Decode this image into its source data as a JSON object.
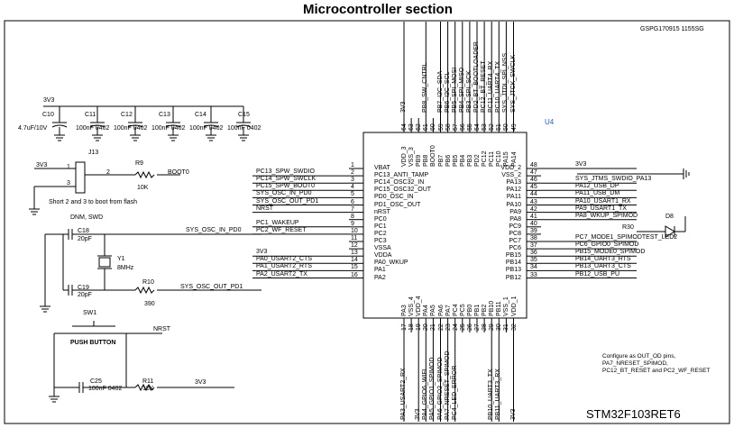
{
  "title": "Microcontroller section",
  "doc_id": "GSPG170915 1155SG",
  "chip": {
    "ref": "U4",
    "part": "STM32F103RET6",
    "left_pins": [
      {
        "num": "1",
        "name": "VBAT",
        "net": ""
      },
      {
        "num": "2",
        "name": "PC13_ANTI_TAMP",
        "net": "PC13_SPW_SWDIO"
      },
      {
        "num": "3",
        "name": "PC14_OSC32_IN",
        "net": "PC14_SPW_SWCLK"
      },
      {
        "num": "4",
        "name": "PC15_OSC32_OUT",
        "net": "PC15_SPW_BOOT0"
      },
      {
        "num": "5",
        "name": "PD0_OSC_IN",
        "net": "SYS_OSC_IN_PD0"
      },
      {
        "num": "6",
        "name": "PD1_OSC_OUT",
        "net": "SYS_OSC_OUT_PD1"
      },
      {
        "num": "7",
        "name": "nRST",
        "net": "NRST"
      },
      {
        "num": "8",
        "name": "PC0",
        "net": ""
      },
      {
        "num": "9",
        "name": "PC1",
        "net": "PC1_WAKEUP"
      },
      {
        "num": "10",
        "name": "PC2",
        "net": "PC2_WF_RESET"
      },
      {
        "num": "11",
        "name": "PC3",
        "net": ""
      },
      {
        "num": "12",
        "name": "VSSA",
        "net": ""
      },
      {
        "num": "13",
        "name": "VDDA",
        "net": "3V3"
      },
      {
        "num": "14",
        "name": "PA0_WKUP",
        "net": "PA0_USART2_CTS"
      },
      {
        "num": "15",
        "name": "PA1",
        "net": "PA1_USART2_RTS"
      },
      {
        "num": "16",
        "name": "PA2",
        "net": "PA2_USART2_TX"
      }
    ],
    "right_pins": [
      {
        "num": "48",
        "name": "VDD_2",
        "net": "3V3"
      },
      {
        "num": "47",
        "name": "VSS_2",
        "net": ""
      },
      {
        "num": "46",
        "name": "PA13",
        "net": "SYS_JTMS_SWDIO_PA13"
      },
      {
        "num": "45",
        "name": "PA12",
        "net": "PA12_USB_DP"
      },
      {
        "num": "44",
        "name": "PA11",
        "net": "PA11_USB_DM"
      },
      {
        "num": "43",
        "name": "PA10",
        "net": "PA10_USART1_RX"
      },
      {
        "num": "42",
        "name": "PA9",
        "net": "PA9_USART1_TX"
      },
      {
        "num": "41",
        "name": "PA8",
        "net": "PA8_WKUP_SPIMOD"
      },
      {
        "num": "40",
        "name": "PC9",
        "net": ""
      },
      {
        "num": "39",
        "name": "PC8",
        "net": ""
      },
      {
        "num": "38",
        "name": "PC7",
        "net": "PC7_MODE1_SPIMODTEST_LED2"
      },
      {
        "num": "37",
        "name": "PC6",
        "net": "PC6_GPIO0_SPIMOD"
      },
      {
        "num": "36",
        "name": "PB15",
        "net": "PB15_MODE0_SPIMOD"
      },
      {
        "num": "35",
        "name": "PB14",
        "net": "PB14_UART3_RTS"
      },
      {
        "num": "34",
        "name": "PB13",
        "net": "PB13_UART3_CTS"
      },
      {
        "num": "33",
        "name": "PB12",
        "net": "PB12_USB_PU"
      }
    ],
    "top_pins": [
      {
        "num": "64",
        "name": "VDD_3",
        "net": "3V3"
      },
      {
        "num": "63",
        "name": "VSS_3",
        "net": ""
      },
      {
        "num": "62",
        "name": "PB9",
        "net": ""
      },
      {
        "num": "61",
        "name": "PB8",
        "net": "PB8_SW_CNTRL"
      },
      {
        "num": "60",
        "name": "BOOT0",
        "net": ""
      },
      {
        "num": "59",
        "name": "PB7",
        "net": "PB7_I2C_SDA"
      },
      {
        "num": "58",
        "name": "PB6",
        "net": "PB6_I2C_SCL"
      },
      {
        "num": "57",
        "name": "PB5",
        "net": "PB5_SPI_MOSI"
      },
      {
        "num": "56",
        "name": "PB4",
        "net": "PB4_SPI_MISO"
      },
      {
        "num": "55",
        "name": "PB3",
        "net": "PB3_SPI_SCK"
      },
      {
        "num": "54",
        "name": "PD2",
        "net": "PD2_BT_BOOTLOADER"
      },
      {
        "num": "53",
        "name": "PC12",
        "net": "PC12_BT_RESET"
      },
      {
        "num": "52",
        "name": "PC11",
        "net": "PC11_UART4_RX"
      },
      {
        "num": "51",
        "name": "PC10",
        "net": "PC10_UART4_TX"
      },
      {
        "num": "50",
        "name": "PA15",
        "net": "SYS_JTDI_SPI_NSS"
      },
      {
        "num": "49",
        "name": "PA14",
        "net": "SYS_JTCK_SWCLK"
      }
    ],
    "bottom_pins": [
      {
        "num": "17",
        "name": "PA3",
        "net": "PA3_USART2_RX"
      },
      {
        "num": "18",
        "name": "VSS_4",
        "net": ""
      },
      {
        "num": "19",
        "name": "VDD_4",
        "net": "3V3"
      },
      {
        "num": "20",
        "name": "PA4",
        "net": "PA4_GPIO6_WIFI"
      },
      {
        "num": "21",
        "name": "PA5",
        "net": "PA5_GPIO1_SPIMOD"
      },
      {
        "num": "22",
        "name": "PA6",
        "net": "PA6_GPIO2_SPIMOD"
      },
      {
        "num": "23",
        "name": "PA7",
        "net": "PA7_NRESET_SPIMOD"
      },
      {
        "num": "24",
        "name": "PC4",
        "net": "PC4_LED_ERROR"
      },
      {
        "num": "25",
        "name": "PC5",
        "net": ""
      },
      {
        "num": "26",
        "name": "PB0",
        "net": ""
      },
      {
        "num": "27",
        "name": "PB1",
        "net": ""
      },
      {
        "num": "28",
        "name": "PB2",
        "net": ""
      },
      {
        "num": "29",
        "name": "PB10",
        "net": "PB10_UART3_TX"
      },
      {
        "num": "30",
        "name": "PB11",
        "net": "PB11_UART3_RX"
      },
      {
        "num": "31",
        "name": "VSS_1",
        "net": ""
      },
      {
        "num": "32",
        "name": "VDD_1",
        "net": "3V3"
      }
    ]
  },
  "decoupling": {
    "rail": "3V3",
    "caps": [
      {
        "ref": "C10",
        "value": "4.7uF/10V"
      },
      {
        "ref": "C11",
        "value": "100nF 0402"
      },
      {
        "ref": "C12",
        "value": "100nF 0402"
      },
      {
        "ref": "C13",
        "value": "100nF 0402"
      },
      {
        "ref": "C14",
        "value": "100nF 0402"
      },
      {
        "ref": "C15",
        "value": "100nF 0402"
      }
    ]
  },
  "boot": {
    "rail": "3V3",
    "jumper": "J13",
    "pin1": "1",
    "pin2": "2",
    "pin3": "3",
    "resistor": "R9",
    "r_value": "10K",
    "net": "BOOT0",
    "note": "Short 2 and 3 to boot from flash",
    "dnm": "DNM, SWD"
  },
  "osc": {
    "c1": "C18",
    "c1_value": "20pF",
    "c2": "C19",
    "c2_value": "20pF",
    "crystal": "Y1",
    "freq": "8MHz",
    "resistor": "R10",
    "r_value": "390",
    "net_in": "SYS_OSC_IN_PD0",
    "net_out": "SYS_OSC_OUT_PD1"
  },
  "reset": {
    "switch": "SW1",
    "label": "PUSH BUTTON",
    "net": "NRST",
    "cap": "C25",
    "cap_value": "100nF 0402",
    "resistor": "R11",
    "r_value": "10K",
    "rail": "3V3"
  },
  "led": {
    "ref": "D8",
    "resistor": "R30"
  },
  "note": "Configure as OUT_OD pins, PA7_NRESET_SPIMOD, PC12_BT_RESET and PC2_WF_RESET"
}
